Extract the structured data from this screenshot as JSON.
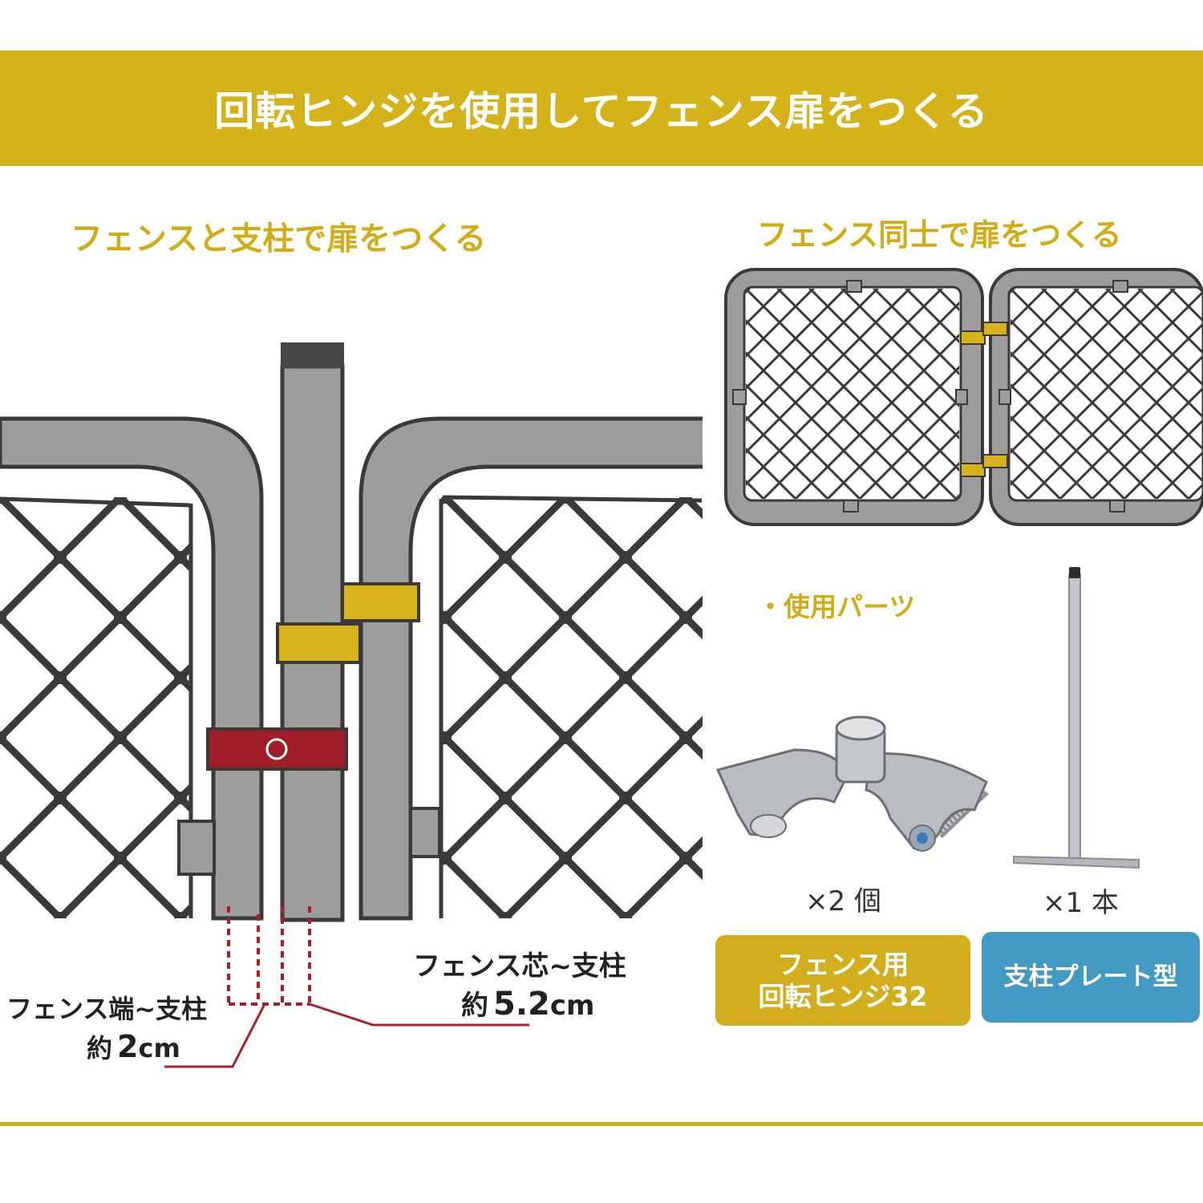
{
  "banner": {
    "title": "回転ヒンジを使用してフェンス扉をつくる"
  },
  "left_section": {
    "heading": "フェンスと支柱で扉をつくる",
    "dimension_edge": {
      "label": "フェンス端~支柱",
      "value_prefix": "約",
      "value": "2",
      "unit": "cm"
    },
    "dimension_center": {
      "label": "フェンス芯~支柱",
      "value_prefix": "約",
      "value": "5.2",
      "unit": "cm"
    }
  },
  "right_section": {
    "heading": "フェンス同士で扉をつくる",
    "parts_heading": "・使用パーツ",
    "parts": [
      {
        "quantity": "×2 個",
        "name_line1": "フェンス用",
        "name_line2": "回転ヒンジ32",
        "color": "#d2ad1c"
      },
      {
        "quantity": "×1 本",
        "name_line1": "支柱プレート型",
        "name_line2": "",
        "color": "#4299c2"
      }
    ]
  },
  "colors": {
    "accent": "#d4b21a",
    "hinge": "#d6b31d",
    "marker_red": "#a11e28",
    "frame_gray": "#9c9d9c",
    "mesh": "#3c3a38",
    "dimension_red": "#a8202a"
  }
}
